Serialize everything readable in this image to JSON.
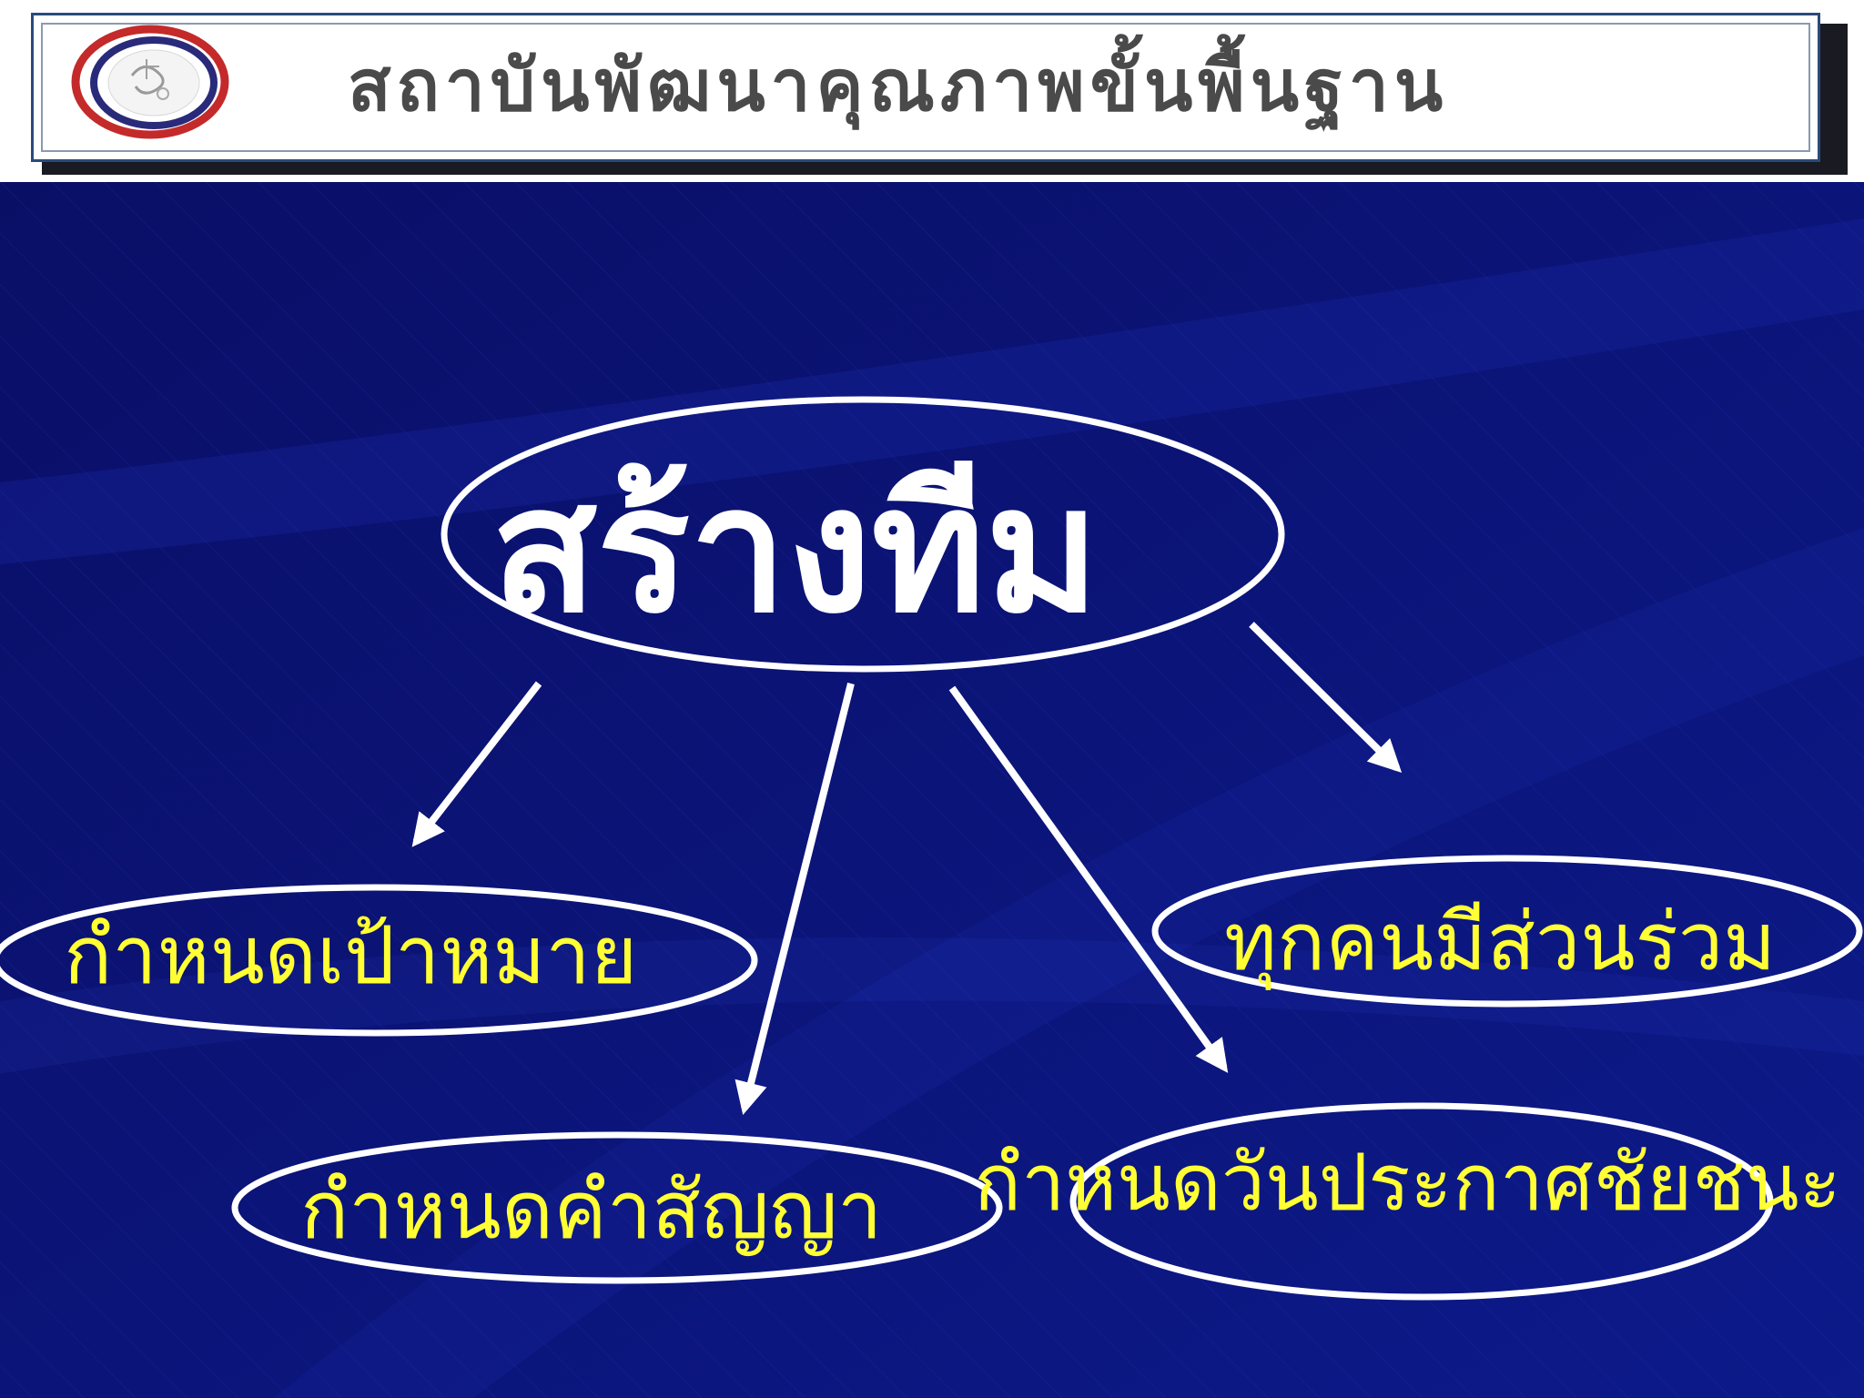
{
  "header": {
    "title": "สถาบันพัฒนาคุณภาพขั้นพื้นฐาน",
    "logo_icon": "institute-emblem-icon"
  },
  "diagram": {
    "center": "สร้างทีม",
    "nodes": [
      "กำหนดเป้าหมาย",
      "กำหนดคำสัญญา",
      "กำหนดวันประกาศชัยชนะ",
      "ทุกคนมีส่วนร่วม"
    ]
  },
  "colors": {
    "background": "#0a1070",
    "center_text": "#ffffff",
    "node_text": "#ffff33",
    "lines": "#ffffff"
  }
}
